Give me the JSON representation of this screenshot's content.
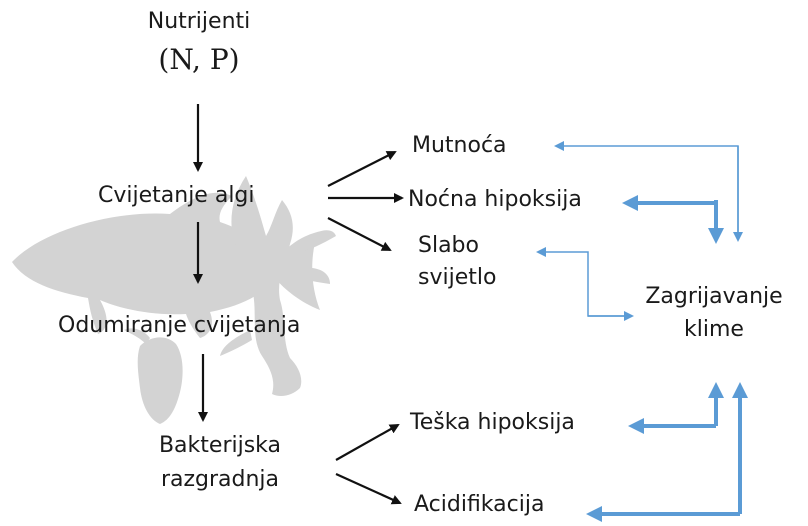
{
  "nodes": {
    "nutrients": "Nutrijenti",
    "nutrients_formula": "(N, P)",
    "bloom": "Cvijetanje algi",
    "die_off": "Odumiranje cvijetanja",
    "bacteria_line1": "Bakterijska",
    "bacteria_line2": "razgradnja",
    "turbidity": "Mutnoća",
    "night_hypoxia": "Noćna hipoksija",
    "low_light_line1": "Slabo",
    "low_light_line2": "svijetlo",
    "warming_line1": "Zagrijavanje",
    "warming_line2": "klime",
    "severe_hypoxia": "Teška hipoksija",
    "acidification": "Acidifikacija"
  },
  "colors": {
    "text": "#1a1a1a",
    "arrow_black": "#111111",
    "arrow_blue": "#5b9bd5",
    "silhouette": "#d3d3d3"
  }
}
